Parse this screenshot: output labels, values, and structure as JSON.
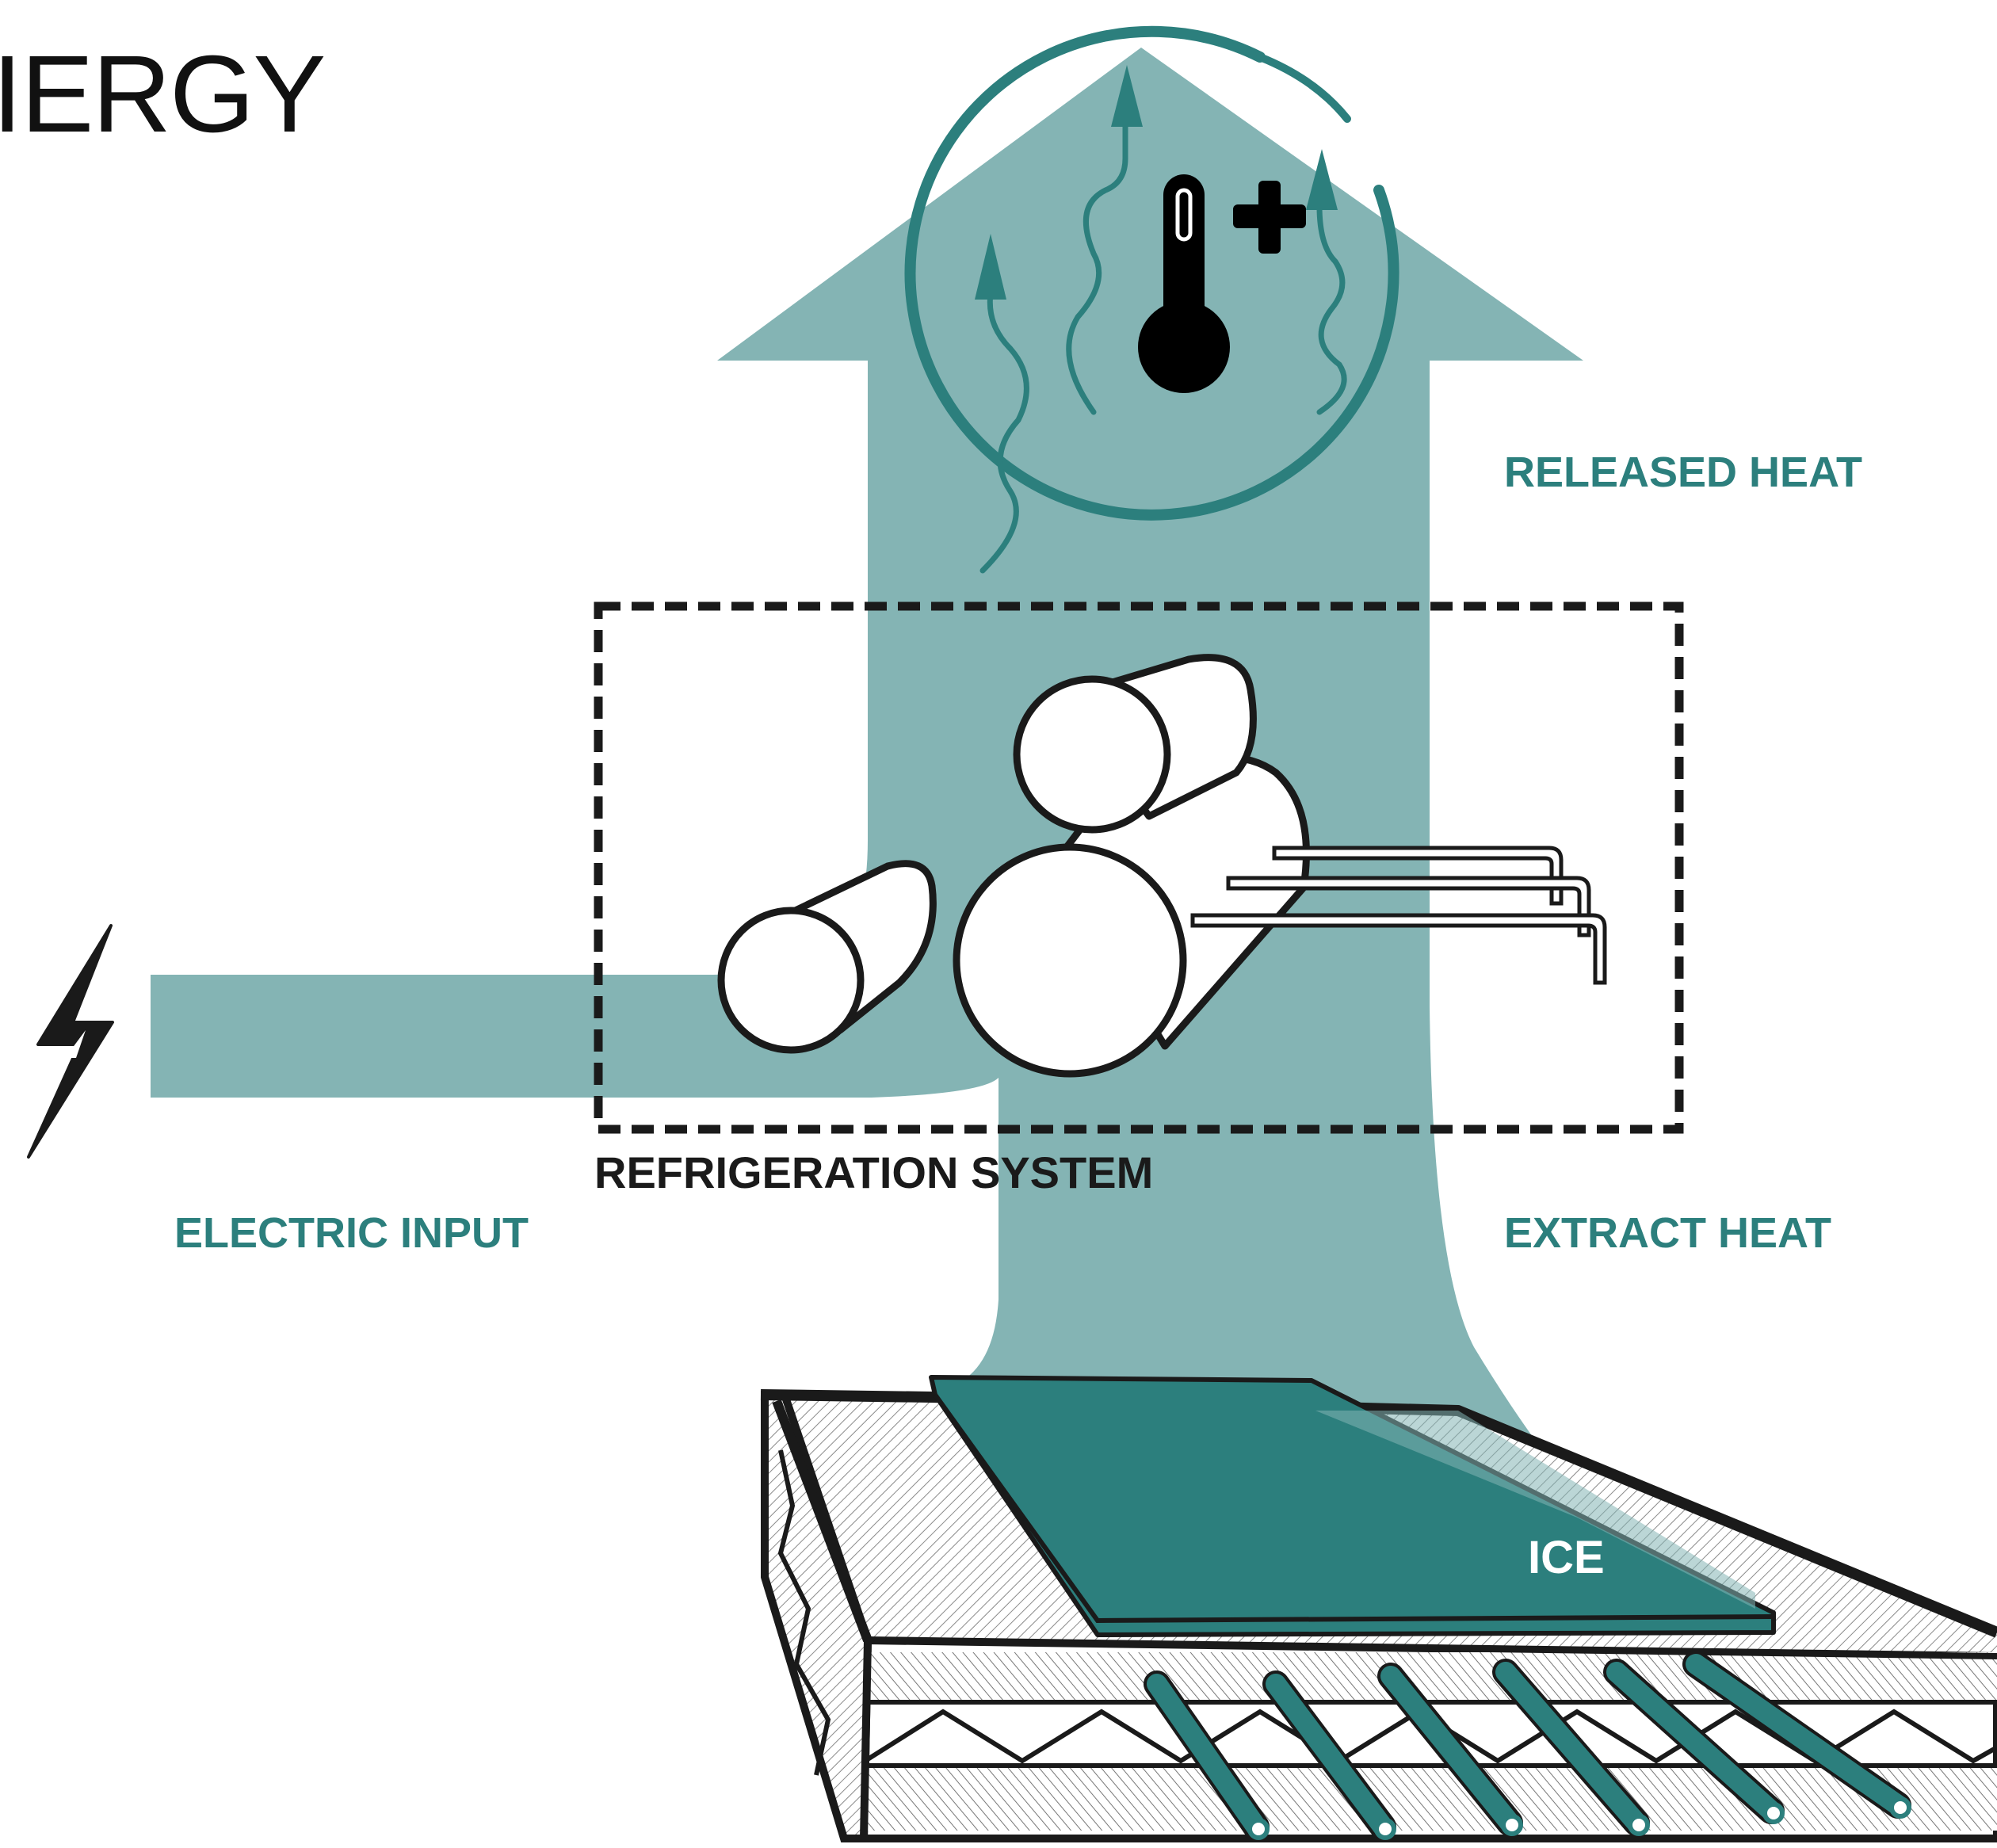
{
  "title_fragment": "IERGY",
  "labels": {
    "released_heat": "RELEASED HEAT",
    "refrigeration_system": "REFRIGERATION SYSTEM",
    "electric_input": "ELECTRIC INPUT",
    "extract_heat": "EXTRACT HEAT",
    "ice": "ICE"
  },
  "colors": {
    "flow_fill": "#84b4b4",
    "teal_accent": "#2c7f7d",
    "outline": "#1a1a1a",
    "background": "#ffffff"
  },
  "icons": {
    "lightning": "lightning-bolt-icon",
    "thermometer": "thermometer-icon",
    "plus": "plus-icon",
    "heat_waves": "heat-wave-arrow-icon"
  }
}
